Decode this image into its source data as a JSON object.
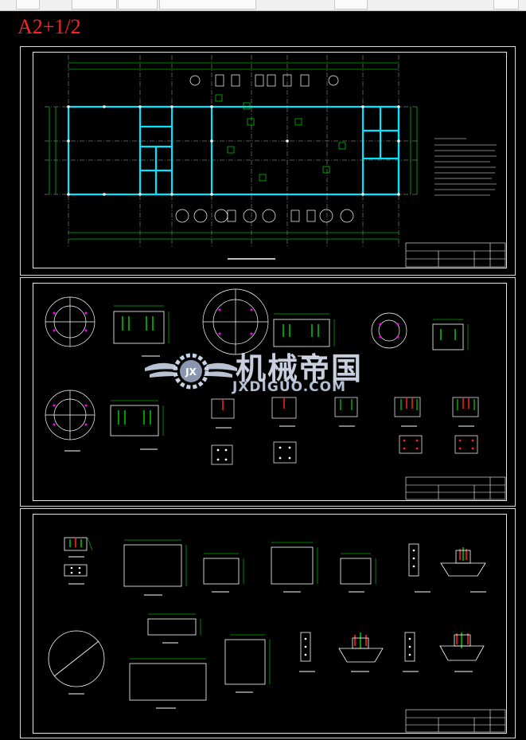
{
  "sheet_label": "A2+1/2",
  "watermark": {
    "name": "机械帝国",
    "site": "JXDIGUO.COM",
    "logo_text": "JX"
  },
  "colors": {
    "background": "#000000",
    "frame": "#e0e0e0",
    "structure": "#00e5ff",
    "dimension": "#00ff00",
    "section": "#ff00ff",
    "rebar": "#ff2020",
    "text": "#ffffff",
    "axis": "#ffff00"
  },
  "panels": [
    {
      "id": "foundation-plan",
      "title_block": "title-block-plan"
    },
    {
      "id": "section-details-1",
      "title_block": "title-block-sections-1"
    },
    {
      "id": "section-details-2",
      "title_block": "title-block-sections-2"
    }
  ]
}
